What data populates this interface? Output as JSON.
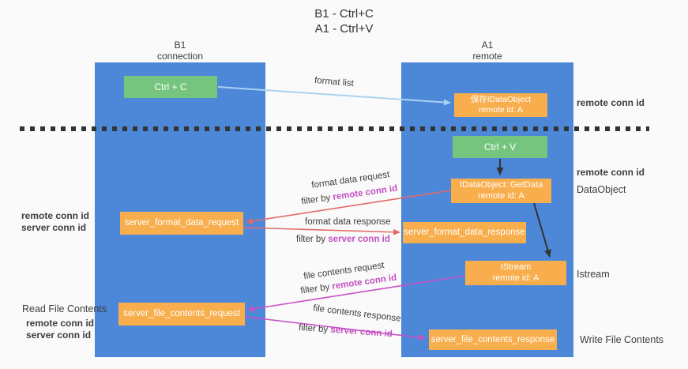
{
  "title": {
    "line1": "B1 - Ctrl+C",
    "line2": "A1 - Ctrl+V"
  },
  "lanes": {
    "b1": {
      "name": "B1",
      "role": "connection"
    },
    "a1": {
      "name": "A1",
      "role": "remote"
    }
  },
  "nodes": {
    "ctrl_c": "Ctrl + C",
    "ctrl_v": "Ctrl + V",
    "save_idataobject": {
      "line1": "保存IDataObject",
      "line2": "remote id: A"
    },
    "getdata": {
      "line1": "IDataObject::GetData",
      "line2": "remote id: A"
    },
    "istream": {
      "line1": "IStream",
      "line2": "remote id: A"
    },
    "server_format_data_request": "server_format_data_request",
    "server_format_data_response": "server_format_data_response",
    "server_file_contents_request": "server_file_contents_request",
    "server_file_contents_response": "server_file_contents_response"
  },
  "edge_labels": {
    "format_list": "format list",
    "format_data_request": "format data request",
    "format_data_response": "format data response",
    "file_contents_request": "file contents request",
    "file_contents_response": "file contents response",
    "filter_by": "filter by",
    "remote_conn_id": "remote conn id",
    "server_conn_id": "server conn id"
  },
  "side_labels": {
    "remote_conn_id": "remote conn id",
    "server_conn_id": "server conn id",
    "dataobject": "DataObject",
    "istream": "Istream",
    "read_file_contents": "Read File Contents",
    "write_file_contents": "Write File Contents"
  },
  "colors": {
    "lane_blue": "#4d87d8",
    "node_orange": "#f8ae4d",
    "node_green": "#76c57e",
    "arrow_lightblue": "#a9d3f2",
    "arrow_red": "#e26a6a",
    "arrow_magenta": "#c753c7",
    "arrow_black": "#333333",
    "text_purple": "#a64fc3",
    "text_magenta": "#c24fc2",
    "text_green": "#5cb96b",
    "text_dark": "#3d3d3d",
    "background": "#fafafa"
  }
}
